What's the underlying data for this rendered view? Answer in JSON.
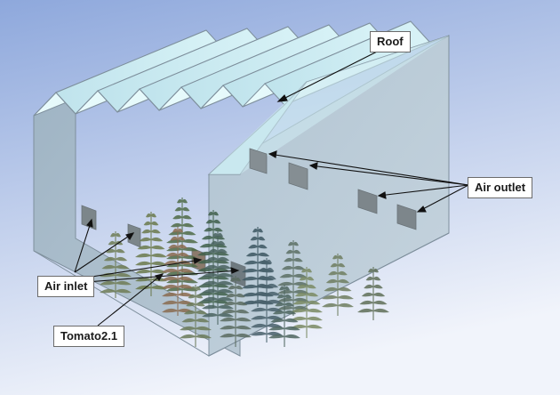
{
  "labels": {
    "roof": "Roof",
    "air_outlet": "Air outlet",
    "air_inlet": "Air inlet",
    "tomato": "Tomato2.1"
  },
  "colors": {
    "background_top": "#9bb3e0",
    "background_bottom": "#eef2fb",
    "wall": "#a9bccb",
    "roof_face": "#d6f3f6",
    "vent": "#7f8a8e",
    "plant": "#5e7a52",
    "callout_line": "#111111"
  }
}
